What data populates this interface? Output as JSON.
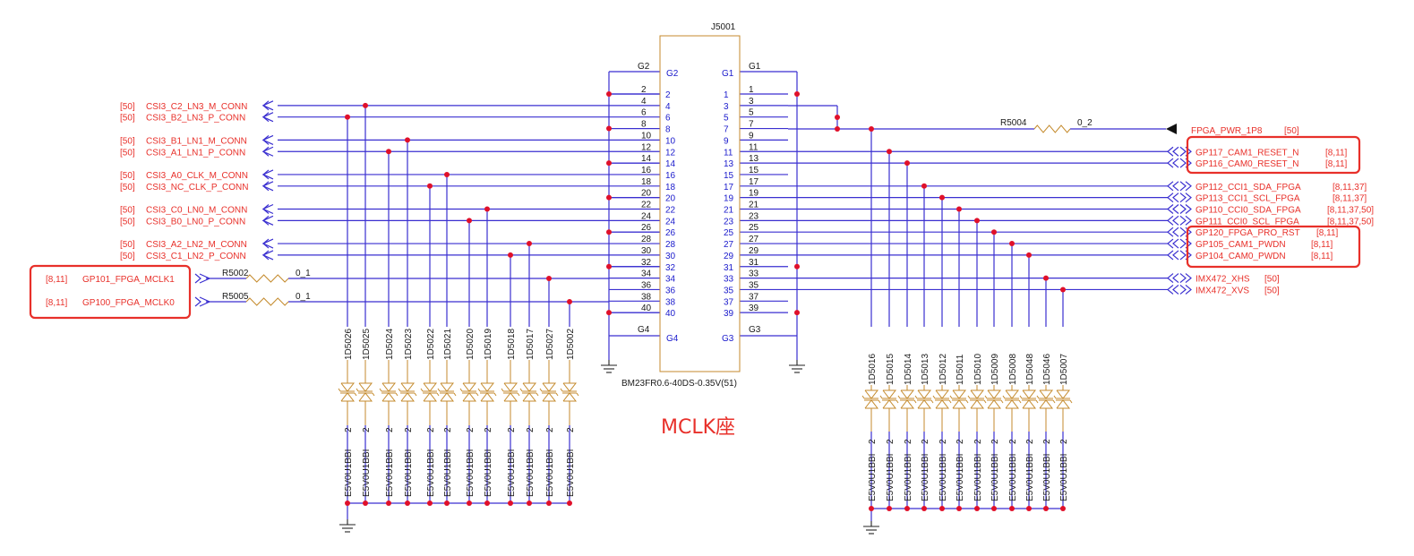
{
  "connector": {
    "ref": "J5001",
    "part": "BM23FR0.6-40DS-0.35V(51)",
    "left_g_top": {
      "net": "G2",
      "pin": "G2"
    },
    "right_g_top": {
      "net": "G1",
      "pin": "G1"
    },
    "left_g_bot": {
      "net": "G4",
      "pin": "G4"
    },
    "right_g_bot": {
      "net": "G3",
      "pin": "G3"
    },
    "left_pins": [
      "2",
      "4",
      "6",
      "8",
      "10",
      "12",
      "14",
      "16",
      "18",
      "20",
      "22",
      "24",
      "26",
      "28",
      "30",
      "32",
      "34",
      "36",
      "38",
      "40"
    ],
    "right_pins": [
      "1",
      "3",
      "5",
      "7",
      "9",
      "11",
      "13",
      "15",
      "17",
      "19",
      "21",
      "23",
      "25",
      "27",
      "29",
      "31",
      "33",
      "35",
      "37",
      "39"
    ]
  },
  "left_nets": [
    {
      "ref": "[50]",
      "name": "CSI3_C2_LN3_M_CONN"
    },
    {
      "ref": "[50]",
      "name": "CSI3_B2_LN3_P_CONN"
    },
    {
      "ref": "[50]",
      "name": "CSI3_B1_LN1_M_CONN"
    },
    {
      "ref": "[50]",
      "name": "CSI3_A1_LN1_P_CONN"
    },
    {
      "ref": "[50]",
      "name": "CSI3_A0_CLK_M_CONN"
    },
    {
      "ref": "[50]",
      "name": "CSI3_NC_CLK_P_CONN"
    },
    {
      "ref": "[50]",
      "name": "CSI3_C0_LN0_M_CONN"
    },
    {
      "ref": "[50]",
      "name": "CSI3_B0_LN0_P_CONN"
    },
    {
      "ref": "[50]",
      "name": "CSI3_A2_LN2_M_CONN"
    },
    {
      "ref": "[50]",
      "name": "CSI3_C1_LN2_P_CONN"
    }
  ],
  "mclk_nets": [
    {
      "ref": "[8,11]",
      "name": "GP101_FPGA_MCLK1",
      "resistor": "R5002",
      "value": "0_1"
    },
    {
      "ref": "[8,11]",
      "name": "GP100_FPGA_MCLK0",
      "resistor": "R5005",
      "value": "0_1"
    }
  ],
  "power": {
    "resistor": "R5004",
    "value": "0_2",
    "net": "FPGA_PWR_1P8",
    "ref": "[50]"
  },
  "right_nets": [
    {
      "name": "GP117_CAM1_RESET_N",
      "ref": "[8,11]"
    },
    {
      "name": "GP116_CAM0_RESET_N",
      "ref": "[8,11]"
    },
    {
      "name": "GP112_CCI1_SDA_FPGA",
      "ref": "[8,11,37]"
    },
    {
      "name": "GP113_CCI1_SCL_FPGA",
      "ref": "[8,11,37]"
    },
    {
      "name": "GP110_CCI0_SDA_FPGA",
      "ref": "[8,11,37,50]"
    },
    {
      "name": "GP111_CCI0_SCL_FPGA",
      "ref": "[8,11,37,50]"
    },
    {
      "name": "GP120_FPGA_PRO_RST",
      "ref": "[8,11]"
    },
    {
      "name": "GP105_CAM1_PWDN",
      "ref": "[8,11]"
    },
    {
      "name": "GP104_CAM0_PWDN",
      "ref": "[8,11]"
    },
    {
      "name": "IMX472_XHS",
      "ref": "[50]"
    },
    {
      "name": "IMX472_XVS",
      "ref": "[50]"
    }
  ],
  "tvs_left": [
    "1D5026",
    "1D5025",
    "1D5024",
    "1D5023",
    "1D5022",
    "1D5021",
    "1D5020",
    "1D5019",
    "1D5018",
    "1D5017",
    "1D5027",
    "1D5002"
  ],
  "tvs_right": [
    "1D5016",
    "1D5015",
    "1D5014",
    "1D5013",
    "1D5012",
    "1D5011",
    "1D5010",
    "1D5009",
    "1D5008",
    "1D5048",
    "1D5046",
    "1D5007"
  ],
  "tvs_part": "E5V0U1BBI",
  "tvs_pin": "2",
  "caption": "MCLK座",
  "colors": {
    "wire": "#3a2fd0",
    "label": "#e8302a",
    "pin_num": "#1a1acc",
    "body": "#c48a2c",
    "junction": "#e0102a"
  }
}
